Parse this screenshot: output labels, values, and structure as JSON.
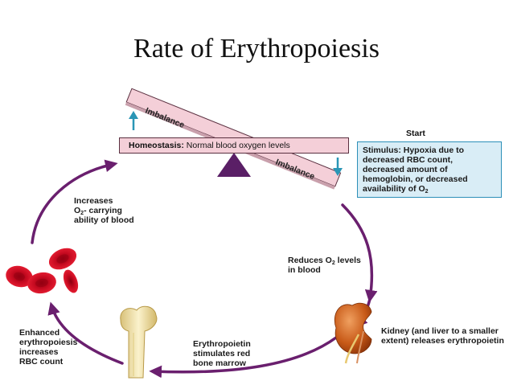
{
  "title": "Rate of Erythropoiesis",
  "seesaw": {
    "imbalance_top": "Imbalance",
    "imbalance_bottom": "Imbalance",
    "homeostasis_bold": "Homeostasis:",
    "homeostasis_rest": " Normal blood oxygen levels"
  },
  "start": {
    "label": "Start",
    "stimulus_line1": "Stimulus: Hypoxia due to",
    "stimulus_line2": "decreased RBC count,",
    "stimulus_line3": "decreased amount of",
    "stimulus_line4": "hemoglobin, or decreased",
    "stimulus_line5_prefix": "availability of O",
    "stimulus_line5_sub": "2"
  },
  "steps": {
    "reduces_line1_prefix": "Reduces O",
    "reduces_line1_sub": "2",
    "reduces_line1_suffix": " levels",
    "reduces_line2": "in blood",
    "kidney_line1": "Kidney (and liver to a smaller",
    "kidney_line2": "extent) releases erythropoietin",
    "epo_line1": "Erythropoietin",
    "epo_line2": "stimulates red",
    "epo_line3": "bone marrow",
    "enhanced_line1": "Enhanced",
    "enhanced_line2": "erythropoiesis",
    "enhanced_line3": "increases",
    "enhanced_line4": "RBC count",
    "increases_line1": "Increases",
    "increases_line2_prefix": "O",
    "increases_line2_sub": "2",
    "increases_line2_suffix": "- carrying",
    "increases_line3": "ability of blood"
  },
  "colors": {
    "cycle_arrow": "#6a1f6e",
    "balance_bar": "#f4cfd8",
    "fulcrum": "#5a1f66",
    "imbalance_arrow": "#2a96b6",
    "stimulus_fill": "#d9edf6",
    "rbc": "#d8122a",
    "kidney": "#c85a18",
    "bone": "#f3e6b0"
  }
}
